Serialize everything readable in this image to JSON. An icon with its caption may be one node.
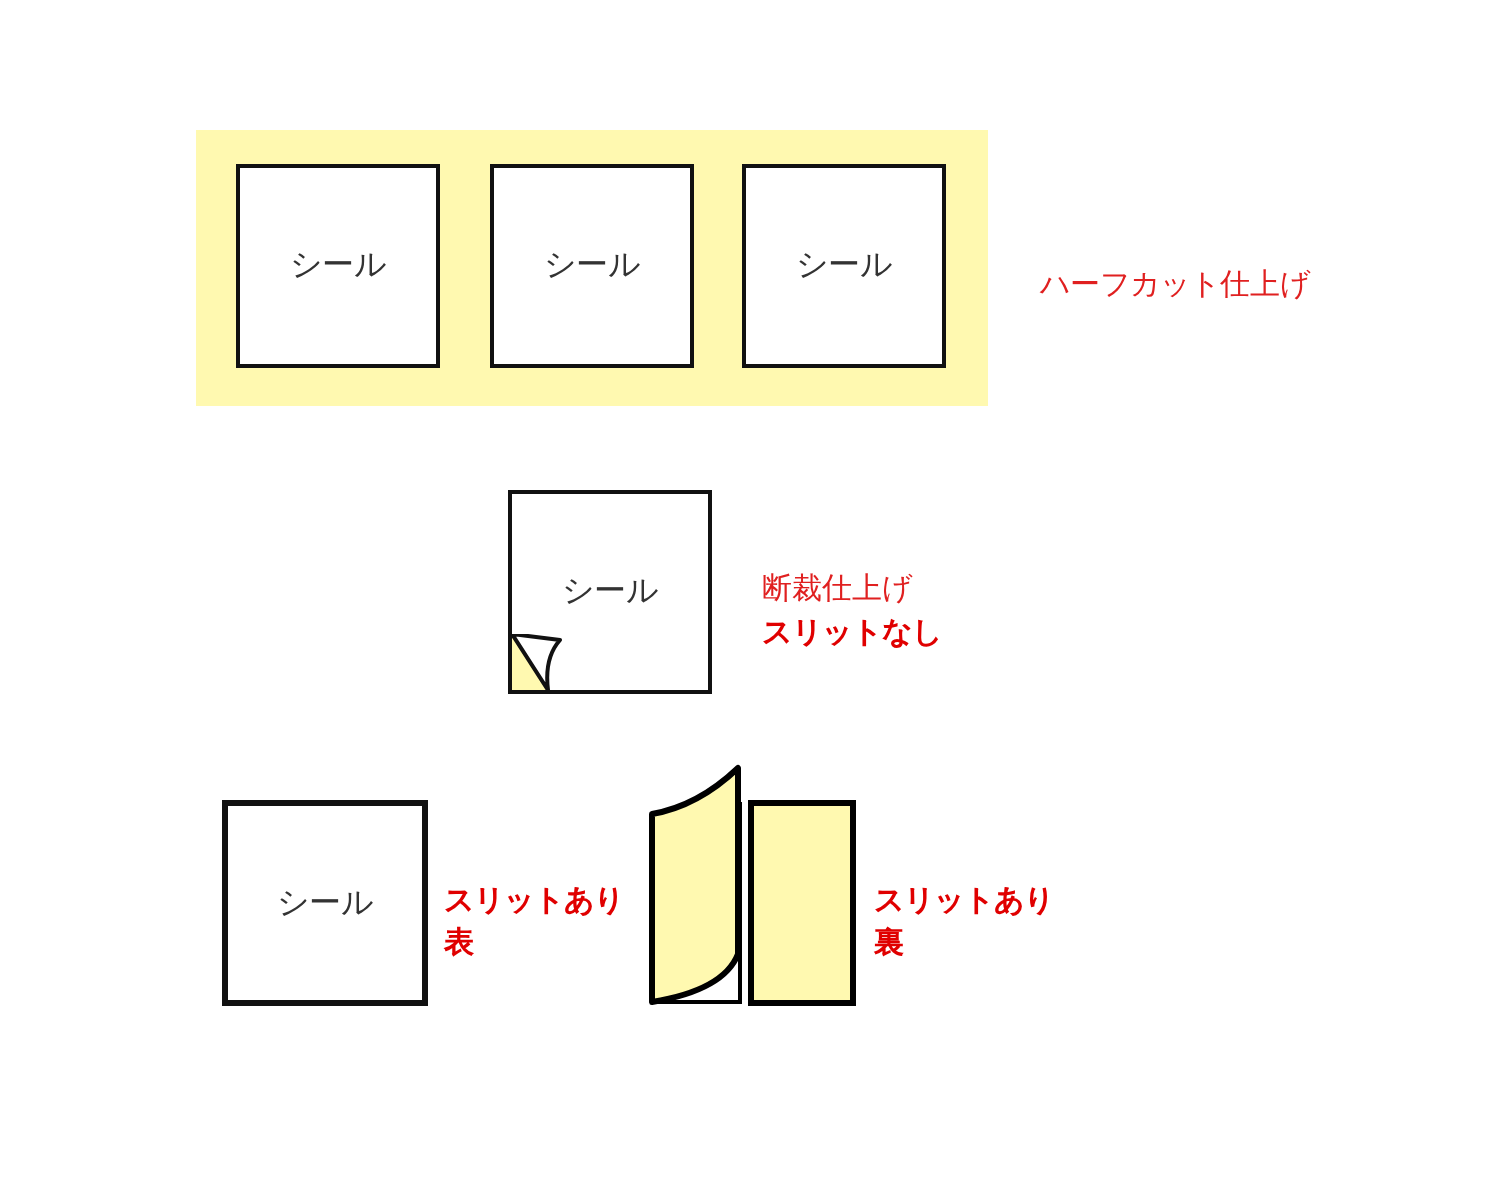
{
  "diagram": {
    "nodes": [
      {
        "text": [],
        "shape": "box",
        "beside": [
          "ハーフカット仕上げ"
        ]
      },
      {
        "text": [
          "シール"
        ],
        "in": 0
      },
      {
        "text": [
          "シール"
        ],
        "in": 0
      },
      {
        "text": [
          "シール"
        ],
        "in": 0
      },
      {
        "text": [
          "シール"
        ],
        "beside": [
          "断裁仕上げ",
          "スリットなし"
        ]
      },
      {
        "text": [
          "シール"
        ],
        "beside": [
          "スリットあり",
          "表"
        ]
      },
      {
        "text": [],
        "shape": "picture",
        "beside": [
          "スリットあり",
          "裏"
        ]
      }
    ],
    "edges": []
  }
}
